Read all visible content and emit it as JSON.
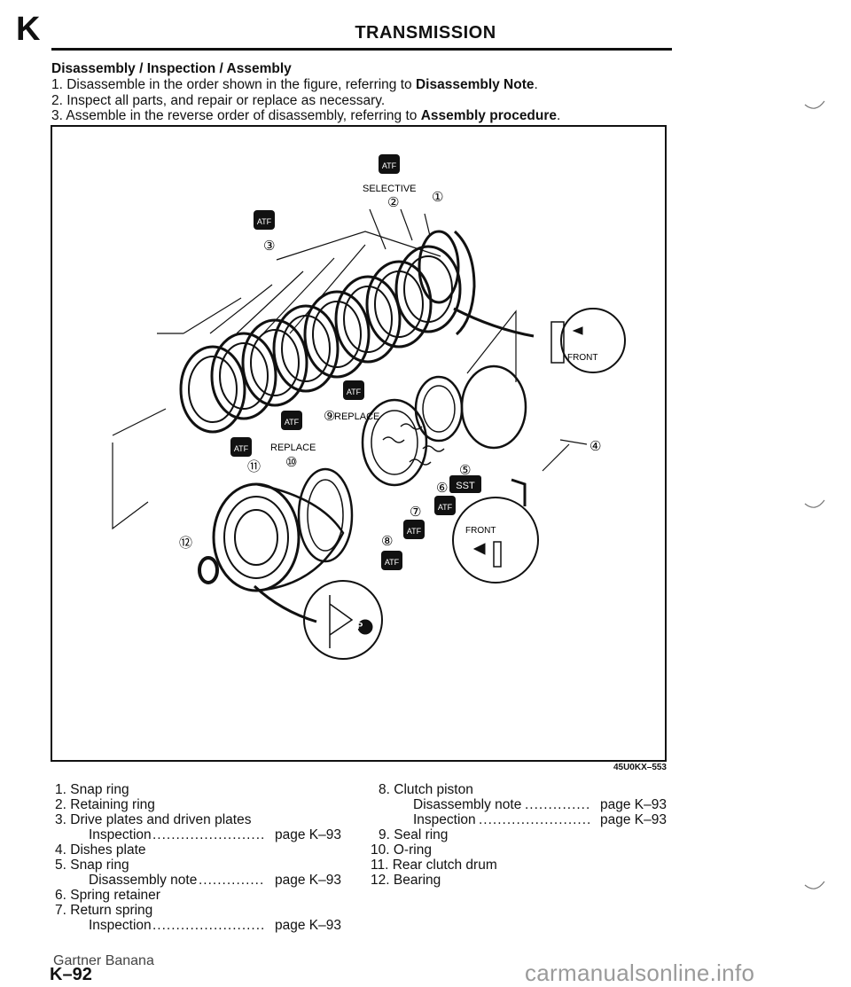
{
  "header": {
    "section_letter": "K",
    "title": "TRANSMISSION"
  },
  "intro": {
    "heading": "Disassembly / Inspection / Assembly",
    "step1_prefix": "1. Disassemble in the order shown in the figure, referring to ",
    "step1_link": "Disassembly Note",
    "step1_suffix": ".",
    "step2": "2. Inspect all parts, and repair or replace as necessary.",
    "step3_prefix": "3. Assemble in the reverse order of disassembly, referring to ",
    "step3_link": "Assembly procedure",
    "step3_suffix": "."
  },
  "figure": {
    "label_selective": "SELECTIVE",
    "label_replace_9": "REPLACE",
    "label_replace_10": "REPLACE",
    "badge_atf": "ATF",
    "badge_sst": "SST",
    "label_front": "FRONT",
    "callouts": [
      "①",
      "②",
      "③",
      "④",
      "⑤",
      "⑥",
      "⑦",
      "⑧",
      "⑨",
      "⑩",
      "⑪",
      "⑫"
    ],
    "icon_p": "P",
    "code": "45U0KX–553"
  },
  "parts_left": [
    {
      "num": "1.",
      "name": "Snap ring"
    },
    {
      "num": "2.",
      "name": "Retaining ring"
    },
    {
      "num": "3.",
      "name": "Drive plates and driven plates"
    },
    {
      "sub": "Inspection",
      "page": "page K–93"
    },
    {
      "num": "4.",
      "name": "Dishes plate"
    },
    {
      "num": "5.",
      "name": "Snap ring"
    },
    {
      "sub": "Disassembly note",
      "page": "page K–93"
    },
    {
      "num": "6.",
      "name": "Spring retainer"
    },
    {
      "num": "7.",
      "name": "Return spring"
    },
    {
      "sub": "Inspection",
      "page": "page K–93"
    }
  ],
  "parts_right": [
    {
      "num": "8.",
      "name": "Clutch piston"
    },
    {
      "sub": "Disassembly note",
      "page": "page K–93"
    },
    {
      "sub": "Inspection",
      "page": "page K–93"
    },
    {
      "num": "9.",
      "name": "Seal ring"
    },
    {
      "num": "10.",
      "name": "O-ring"
    },
    {
      "num": "11.",
      "name": "Rear clutch drum"
    },
    {
      "num": "12.",
      "name": "Bearing"
    }
  ],
  "footer": {
    "watermark": "Gartner Banana",
    "page_number": "K–92",
    "site": "carmanualsonline.info"
  }
}
